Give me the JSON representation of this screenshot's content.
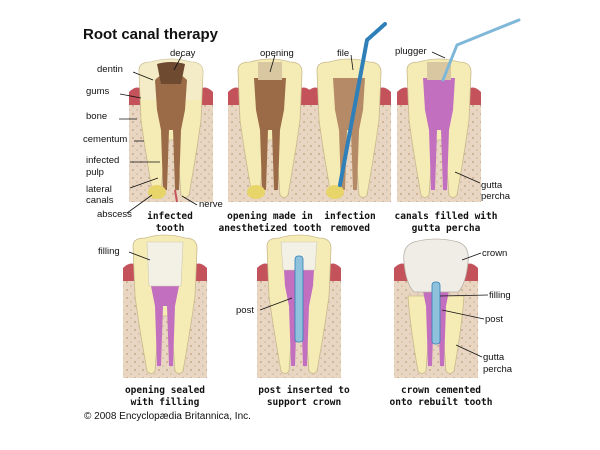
{
  "title": "Root canal therapy",
  "credit": "© 2008 Encyclopædia Britannica, Inc.",
  "colors": {
    "enamel": "#f2ecd2",
    "dentin": "#f5ebb4",
    "pulp_infected": "#9b6b48",
    "pulp_healthy": "#e9c9a2",
    "gum": "#c4525a",
    "bone": "#e8d6c2",
    "gutta_percha": "#c36fbf",
    "filling": "#f3f1e6",
    "instrument": "#2f7fb8",
    "abscess": "#e8d56a",
    "crown": "#f0ece6"
  },
  "labels": {
    "decay": "decay",
    "dentin": "dentin",
    "gums": "gums",
    "bone": "bone",
    "cementum": "cementum",
    "infected_pulp_1": "infected",
    "infected_pulp_2": "pulp",
    "lateral_canals_1": "lateral",
    "lateral_canals_2": "canals",
    "abscess": "abscess",
    "nerve": "nerve",
    "opening": "opening",
    "file": "file",
    "plugger": "plugger",
    "gutta_percha_1": "gutta",
    "gutta_percha_2": "percha",
    "filling": "filling",
    "post": "post",
    "crown": "crown"
  },
  "captions": {
    "step1": [
      "infected",
      "tooth"
    ],
    "step2": [
      "opening made in",
      "anesthetized tooth"
    ],
    "step3": [
      "infection",
      "removed"
    ],
    "step4": [
      "canals filled with",
      "gutta percha"
    ],
    "step5": [
      "opening sealed",
      "with filling"
    ],
    "step6": [
      "post inserted to",
      "support crown"
    ],
    "step7": [
      "crown cemented",
      "onto rebuilt tooth"
    ]
  }
}
